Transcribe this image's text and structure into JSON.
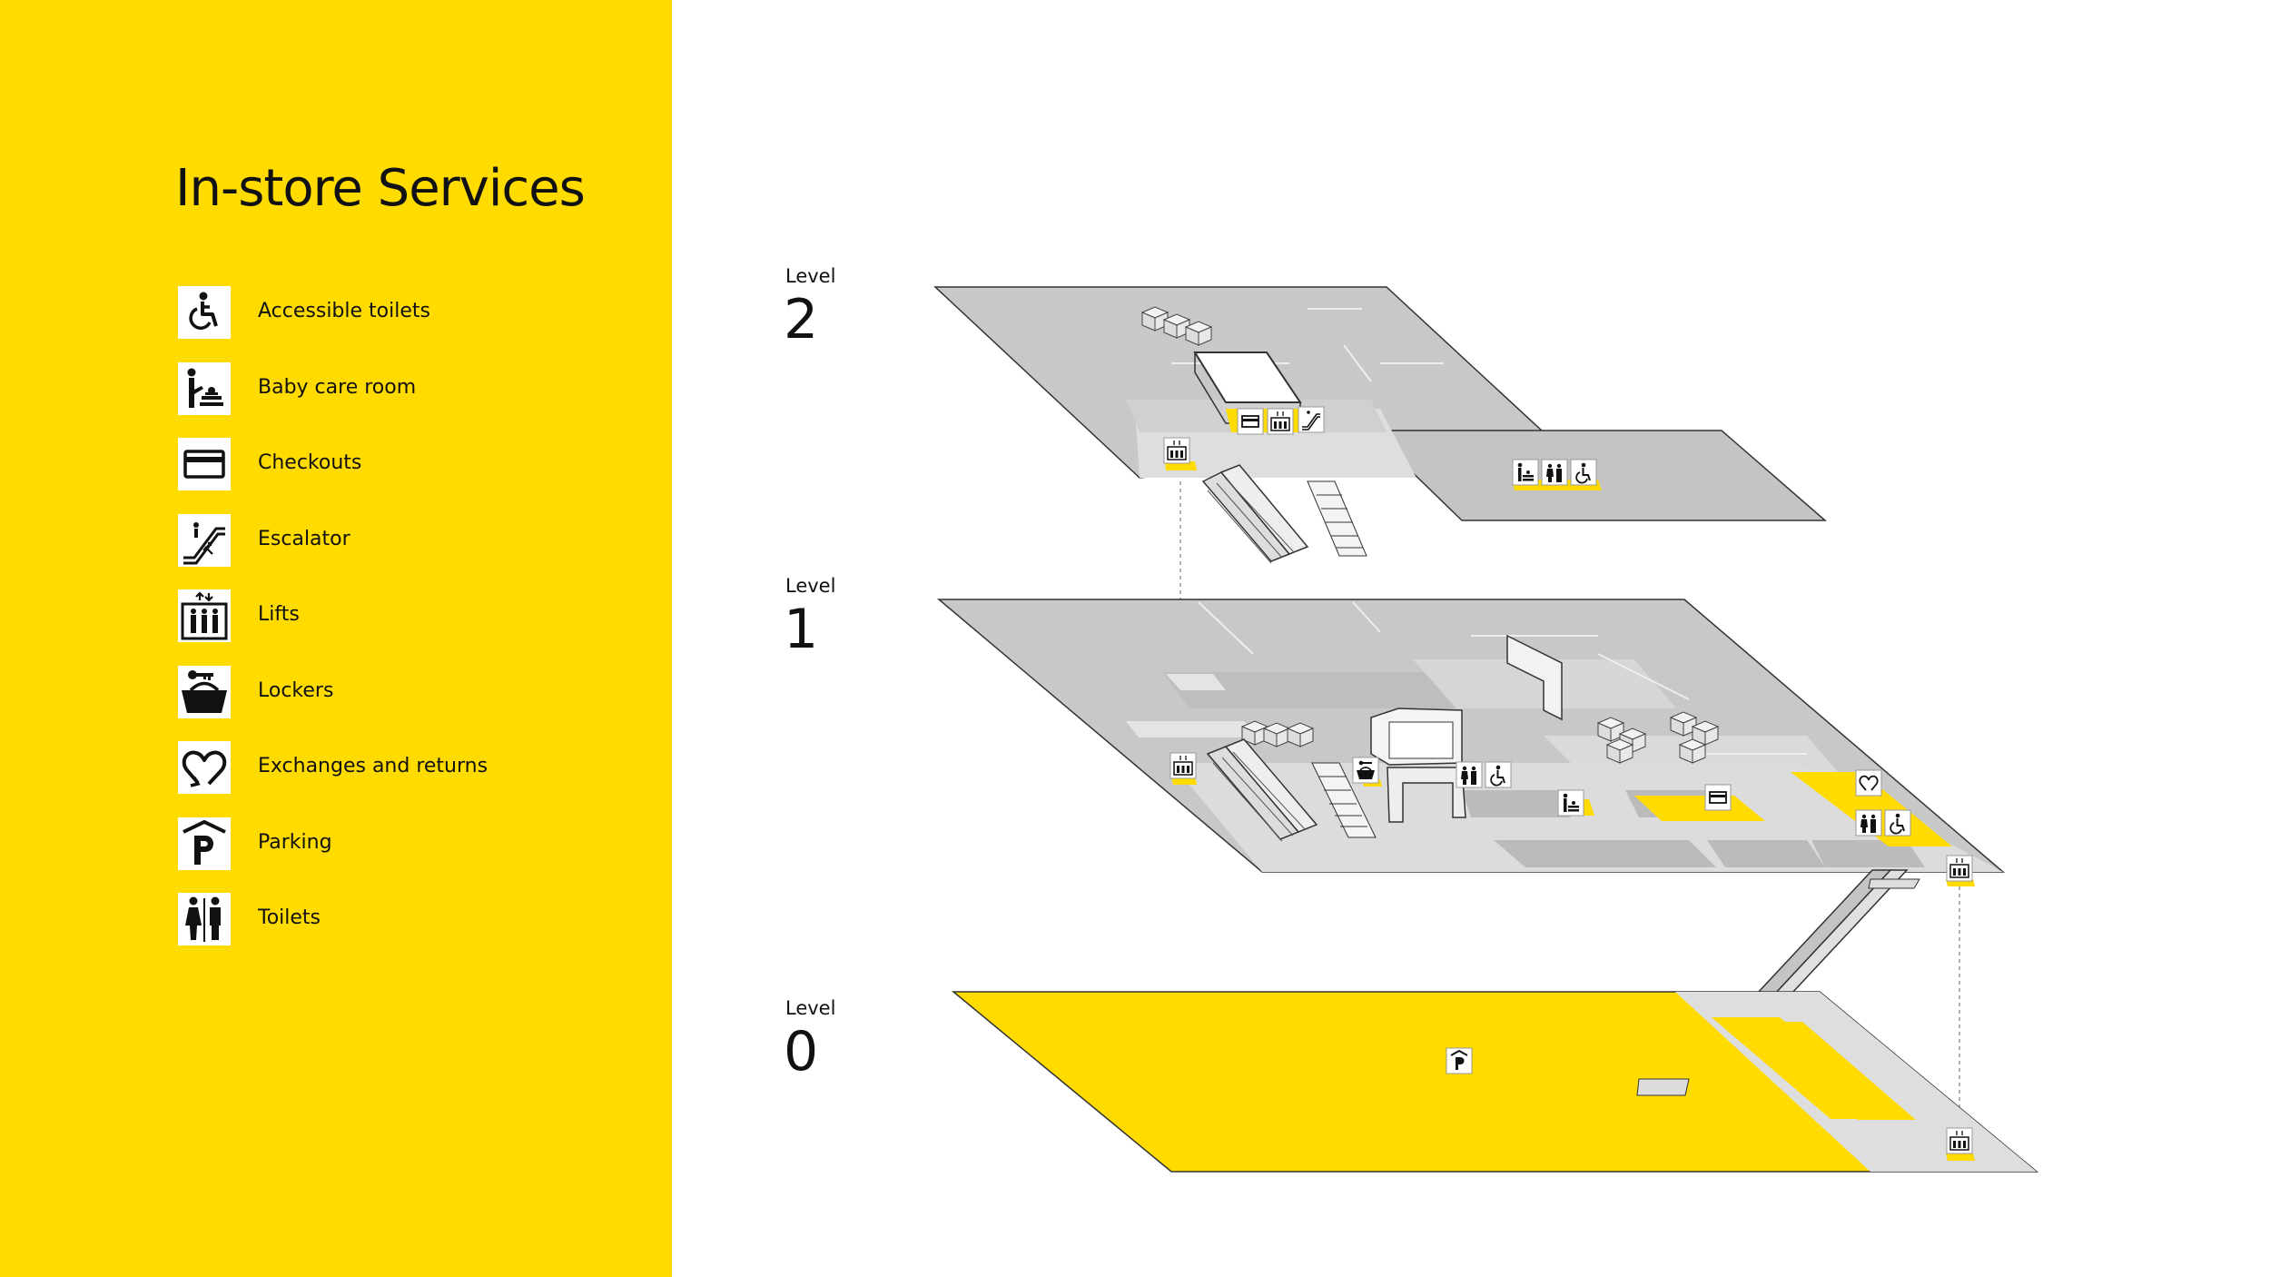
{
  "title": "In-store Services",
  "legend": [
    {
      "icon": "wheelchair-icon",
      "label": "Accessible toilets"
    },
    {
      "icon": "baby-changing-icon",
      "label": "Baby care room"
    },
    {
      "icon": "credit-card-icon",
      "label": "Checkouts"
    },
    {
      "icon": "escalator-icon",
      "label": "Escalator"
    },
    {
      "icon": "lift-icon",
      "label": "Lifts"
    },
    {
      "icon": "locker-icon",
      "label": "Lockers"
    },
    {
      "icon": "heart-return-icon",
      "label": "Exchanges and returns"
    },
    {
      "icon": "parking-icon",
      "label": "Parking"
    },
    {
      "icon": "toilets-icon",
      "label": "Toilets"
    }
  ],
  "levels": [
    {
      "caption": "Level",
      "number": "2"
    },
    {
      "caption": "Level",
      "number": "1"
    },
    {
      "caption": "Level",
      "number": "0"
    }
  ],
  "colors": {
    "accent": "#FFDB00",
    "floor": "#C8C8C8",
    "floor_light": "#DEDEDE",
    "floor_dark": "#B4B4B4",
    "outline": "#333333"
  }
}
